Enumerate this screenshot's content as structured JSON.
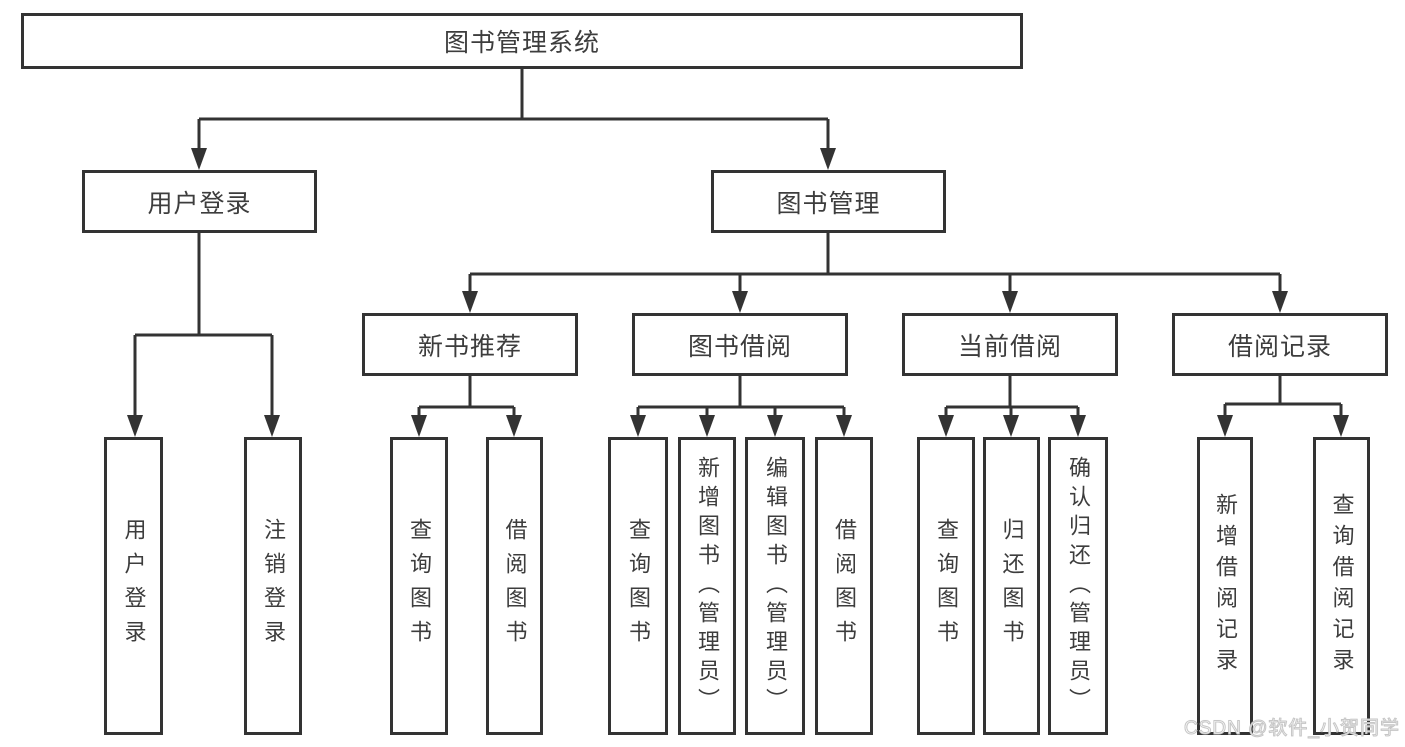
{
  "tree": {
    "root": {
      "label": "图书管理系统"
    },
    "branches": [
      {
        "label": "用户登录",
        "children": [
          {
            "label": "用户登录"
          },
          {
            "label": "注销登录"
          }
        ]
      },
      {
        "label": "图书管理",
        "children": [
          {
            "label": "新书推荐",
            "children": [
              {
                "label": "查询图书"
              },
              {
                "label": "借阅图书"
              }
            ]
          },
          {
            "label": "图书借阅",
            "children": [
              {
                "label": "查询图书"
              },
              {
                "label": "新增图书（管理员）"
              },
              {
                "label": "编辑图书（管理员）"
              },
              {
                "label": "借阅图书"
              }
            ]
          },
          {
            "label": "当前借阅",
            "children": [
              {
                "label": "查询图书"
              },
              {
                "label": "归还图书"
              },
              {
                "label": "确认归还（管理员）"
              }
            ]
          },
          {
            "label": "借阅记录",
            "children": [
              {
                "label": "新增借阅记录"
              },
              {
                "label": "查询借阅记录"
              }
            ]
          }
        ]
      }
    ]
  },
  "watermark": {
    "text": "CSDN @软件_小贺同学"
  },
  "colors": {
    "line": "#333333",
    "text": "#3d3d3d",
    "background": "#ffffff",
    "watermark_stroke": "#c6c6c6"
  }
}
